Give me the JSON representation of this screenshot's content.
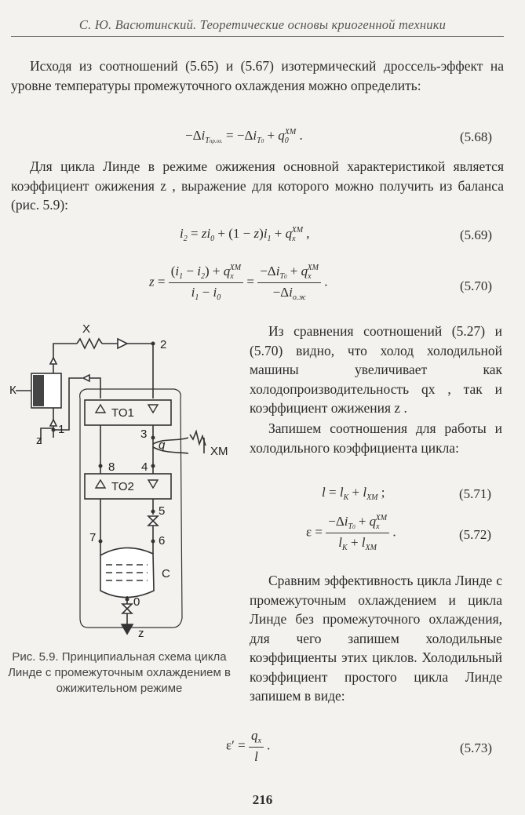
{
  "header": "С. Ю. Васютинский. Теоретические основы криогенной техники",
  "paragraphs": {
    "p1": "Исходя из соотношений (5.65) и (5.67) изотермический дроссель-эффект на уровне температуры промежуточного охлаждения можно определить:",
    "p2": "Для цикла Линде в режиме ожижения основной характеристикой является коэффициент ожижения z , выражение для которого можно получить из баланса (рис. 5.9):",
    "p3": "Из сравнения соотношений (5.27) и (5.70) видно, что холод холодильной машины увеличивает как холодопроизводительность qx , так и коэффициент ожижения z .",
    "p4": "Запишем соотношения для работы и холодильного коэффициента цикла:",
    "p5": "Сравним эффективность цикла Линде с промежуточным охлаждением и цикла Линде без промежуточного охлаждения, для чего запишем холодильные коэффициенты этих циклов. Холодильный коэффициент простого цикла Линде запишем в виде:"
  },
  "equations": {
    "n568": "(5.68)",
    "n569": "(5.69)",
    "n570": "(5.70)",
    "n571": "(5.71)",
    "n572": "(5.72)",
    "n573": "(5.73)"
  },
  "figure": {
    "caption": "Рис. 5.9. Принципиальная схема цикла Линде с промежуточным охлаждением в ожижительном режиме",
    "labels": {
      "X": "X",
      "K": "К",
      "z_left": "z",
      "z_bottom": "z",
      "TO1": "TO1",
      "TO2": "TO2",
      "XM": "XM",
      "C": "C",
      "q0": "q",
      "n0": "0",
      "n1": "1",
      "n2": "2",
      "n3": "3",
      "n4": "4",
      "n5": "5",
      "n6": "6",
      "n7": "7",
      "n8": "8"
    }
  },
  "page_number": "216"
}
